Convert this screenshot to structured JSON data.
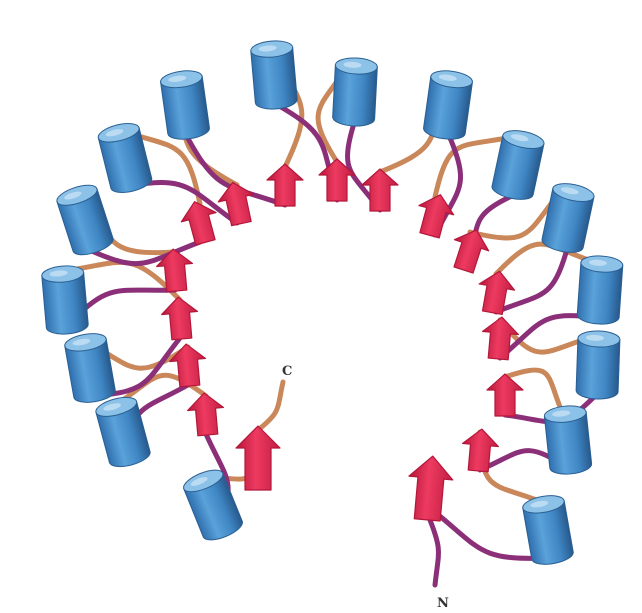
{
  "terminals": {
    "c": "C",
    "n": "N"
  },
  "colors": {
    "background": "#ffffff",
    "helix_fill": "#3f86c4",
    "helix_top": "#8cc2e8",
    "helix_shadow": "#2a5f92",
    "strand_fill": "#e0284f",
    "strand_dark": "#b4173a",
    "outer_loop": "#c9875a",
    "inner_loop": "#8b2f78"
  },
  "structure": {
    "repeat_count": 16,
    "helix_icon": "blue-cylinder",
    "strand_icon": "red-arrow"
  }
}
